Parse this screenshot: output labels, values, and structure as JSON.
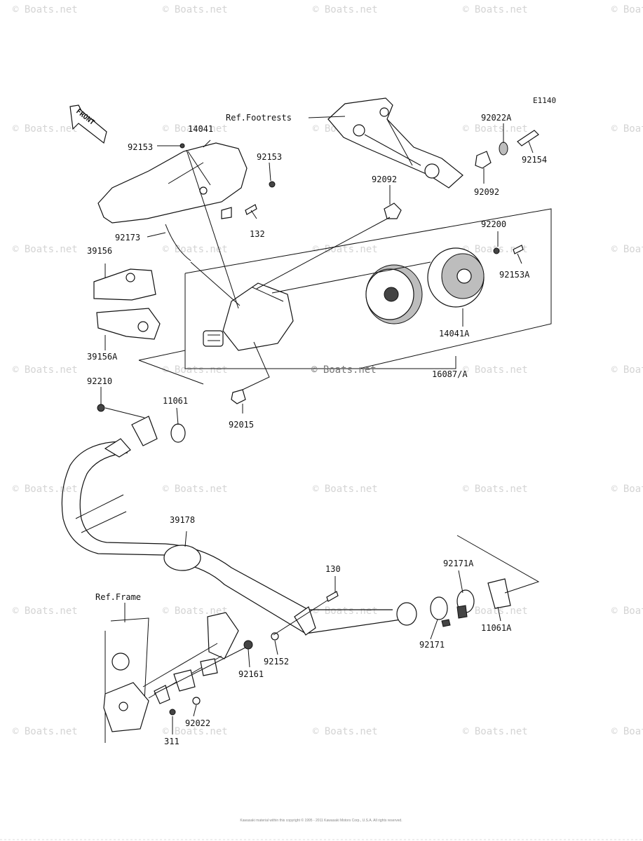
{
  "diagram_code": "E1140",
  "front_arrow_label": "FRONT",
  "watermark_text": "© Boats.net",
  "center_watermark": "© Boats.net",
  "ref_labels": {
    "footrests": "Ref.Footrests",
    "frame": "Ref.Frame"
  },
  "parts": {
    "p14041": "14041",
    "p92153_a": "92153",
    "p92153_b": "92153",
    "p92173": "92173",
    "p132": "132",
    "p39156": "39156",
    "p39156A": "39156A",
    "p92022A": "92022A",
    "p92154": "92154",
    "p92092_a": "92092",
    "p92092_b": "92092",
    "p92200": "92200",
    "p92153A": "92153A",
    "p14041A": "14041A",
    "p16087A": "16087/A",
    "p92210": "92210",
    "p11061": "11061",
    "p92015": "92015",
    "p39178": "39178",
    "p130": "130",
    "p92171A": "92171A",
    "p92171": "92171",
    "p11061A": "11061A",
    "p92152": "92152",
    "p92161": "92161",
    "p92022": "92022",
    "p311": "311"
  },
  "copyright_note": "Kawasaki material within this copyright © 1995 - 2011 Kawasaki Motors Corp., U.S.A. All rights reserved."
}
